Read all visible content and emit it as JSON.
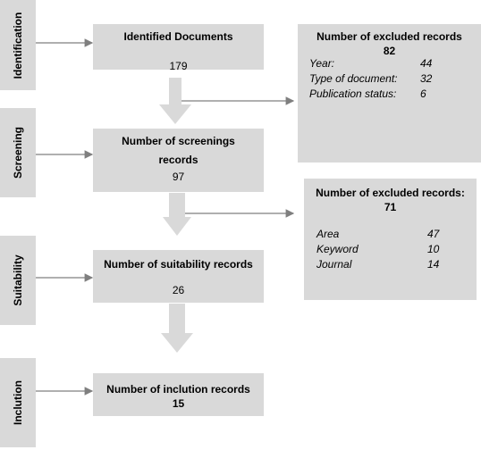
{
  "stages": [
    {
      "key": "identification",
      "label": "Identification"
    },
    {
      "key": "screening",
      "label": "Screening"
    },
    {
      "key": "suitability",
      "label": "Suitability"
    },
    {
      "key": "inclution",
      "label": "Inclution"
    }
  ],
  "boxes": {
    "identified": {
      "title": "Identified Documents",
      "value": "179"
    },
    "screening": {
      "title_line1": "Number of screenings",
      "title_line2": "records",
      "value": "97"
    },
    "suitability": {
      "title": "Number of suitability records",
      "value": "26"
    },
    "inclusion": {
      "title": "Number of inclution records",
      "value": "15"
    }
  },
  "excluded_1": {
    "title": "Number of excluded records",
    "total": "82",
    "rows": [
      {
        "label": "Year:",
        "value": "44"
      },
      {
        "label": "Type of document:",
        "value": "32"
      },
      {
        "label": "Publication status:",
        "value": "6"
      }
    ]
  },
  "excluded_2": {
    "title": "Number of excluded records:",
    "total": "71",
    "rows": [
      {
        "label": "Area",
        "value": "47"
      },
      {
        "label": "Keyword",
        "value": "10"
      },
      {
        "label": "Journal",
        "value": "14"
      }
    ]
  },
  "colors": {
    "box_fill": "#d9d9d9",
    "arrow": "#7f7f7f",
    "down_arrow": "#d9d9d9"
  }
}
